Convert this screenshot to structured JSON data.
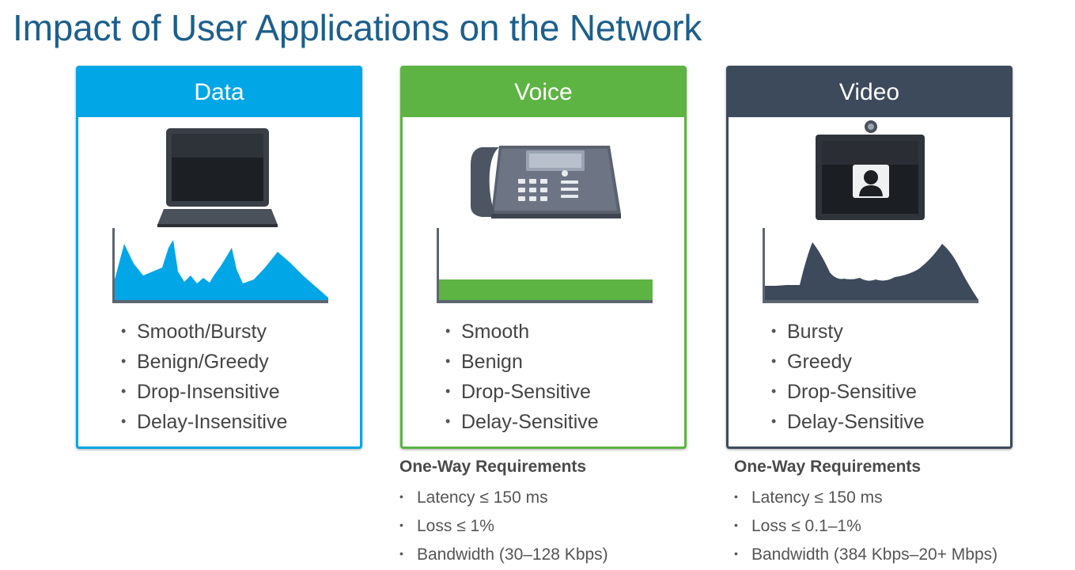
{
  "title": "Impact of User Applications on the Network",
  "colors": {
    "title": "#1d5f8c",
    "data": "#00a6e6",
    "voice": "#5db443",
    "video": "#3d4a5c"
  },
  "cards": {
    "data": {
      "header": "Data",
      "icon": "laptop-icon",
      "traffic_pattern": "bursty-peaks",
      "traits": [
        "Smooth/Bursty",
        "Benign/Greedy",
        "Drop-Insensitive",
        "Delay-Insensitive"
      ]
    },
    "voice": {
      "header": "Voice",
      "icon": "desk-phone-icon",
      "traffic_pattern": "flat-constant",
      "traits": [
        "Smooth",
        "Benign",
        "Drop-Sensitive",
        "Delay-Sensitive"
      ]
    },
    "video": {
      "header": "Video",
      "icon": "video-endpoint-icon",
      "traffic_pattern": "bursty-waves",
      "traits": [
        "Bursty",
        "Greedy",
        "Drop-Sensitive",
        "Delay-Sensitive"
      ]
    }
  },
  "requirements": {
    "voice": {
      "title": "One-Way Requirements",
      "items": [
        "Latency ≤ 150 ms",
        "Loss ≤ 1%",
        "Bandwidth (30–128 Kbps)"
      ]
    },
    "video": {
      "title": "One-Way Requirements",
      "items": [
        "Latency ≤ 150 ms",
        "Loss ≤ 0.1–1%",
        "Bandwidth (384 Kbps–20+ Mbps)"
      ]
    }
  }
}
